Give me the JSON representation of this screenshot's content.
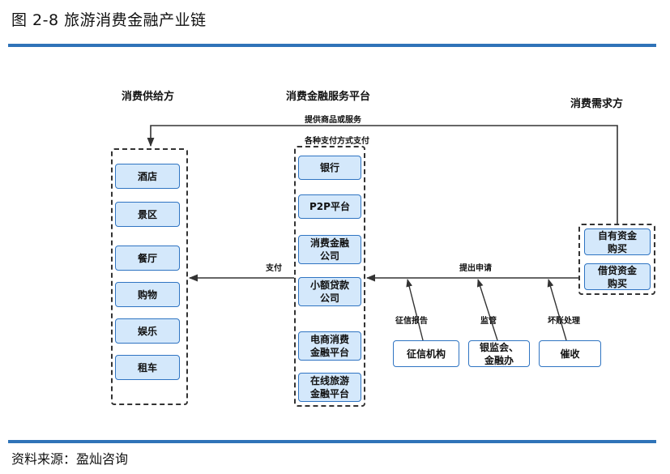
{
  "figure": {
    "title": "图 2-8    旅游消费金融产业链",
    "source": "资料来源：盈灿咨询"
  },
  "headers": {
    "supply": "消费供给方",
    "platform": "消费金融服务平台",
    "demand": "消费需求方"
  },
  "supply_nodes": [
    "酒店",
    "景区",
    "餐厅",
    "购物",
    "娱乐",
    "租车"
  ],
  "platform_nodes": [
    "银行",
    "P2P平台",
    "消费金融\n公司",
    "小额贷款\n公司",
    "电商消费\n金融平台",
    "在线旅游\n金融平台"
  ],
  "demand_nodes": [
    "自有资金\n购买",
    "借贷资金\n购买"
  ],
  "support_nodes": [
    "征信机构",
    "银监会、\n金融办",
    "催收"
  ],
  "edge_labels": {
    "provide_goods": "提供商品或服务",
    "payment_methods": "各种支付方式支付",
    "pay": "支付",
    "apply": "提出申请",
    "credit_report": "征信报告",
    "supervision": "监管",
    "bad_debt": "坏账处理"
  }
}
